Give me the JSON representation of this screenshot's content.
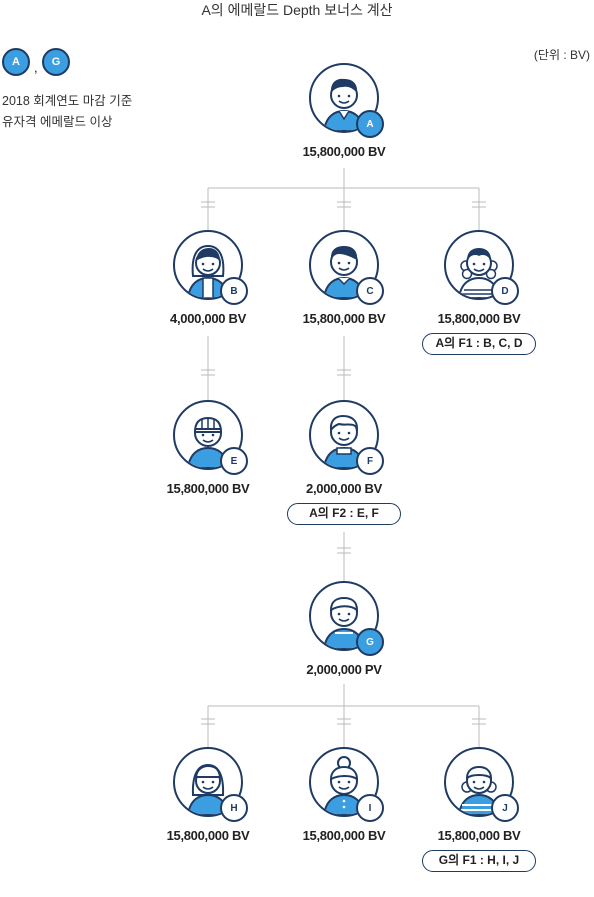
{
  "title": "A의 에메랄드 Depth 보너스 계산",
  "unit": "(단위 : BV)",
  "legend": {
    "badge_a": "A",
    "badge_g": "G",
    "comma": ",",
    "line1": "2018 회계연도 마감 기준",
    "line2": "유자격 에메랄드 이상"
  },
  "colors": {
    "accent": "#3a9ee0",
    "navy": "#1f3b63",
    "connector": "#bbbbbb"
  },
  "nodes": {
    "a": {
      "label": "A",
      "value": "15,800,000 BV",
      "highlight": true,
      "icon": "man-avatar-icon"
    },
    "b": {
      "label": "B",
      "value": "4,000,000 BV",
      "icon": "woman-avatar-icon"
    },
    "c": {
      "label": "C",
      "value": "15,800,000 BV",
      "icon": "man-avatar-icon"
    },
    "d": {
      "label": "D",
      "value": "15,800,000 BV",
      "icon": "curly-woman-avatar-icon"
    },
    "e": {
      "label": "E",
      "value": "15,800,000 BV",
      "icon": "cap-man-avatar-icon"
    },
    "f": {
      "label": "F",
      "value": "2,000,000 BV",
      "icon": "boy-avatar-icon"
    },
    "g": {
      "label": "G",
      "value": "2,000,000 PV",
      "highlight": true,
      "icon": "man-avatar-icon"
    },
    "h": {
      "label": "H",
      "value": "15,800,000 BV",
      "icon": "woman-avatar-icon"
    },
    "i": {
      "label": "I",
      "value": "15,800,000 BV",
      "icon": "bun-woman-avatar-icon"
    },
    "j": {
      "label": "J",
      "value": "15,800,000 BV",
      "icon": "curly-woman-avatar-icon"
    }
  },
  "groups": {
    "a_f1": "A의 F1 : B, C, D",
    "a_f2": "A의 F2 : E, F",
    "g_f1": "G의 F1 : H, I, J"
  }
}
